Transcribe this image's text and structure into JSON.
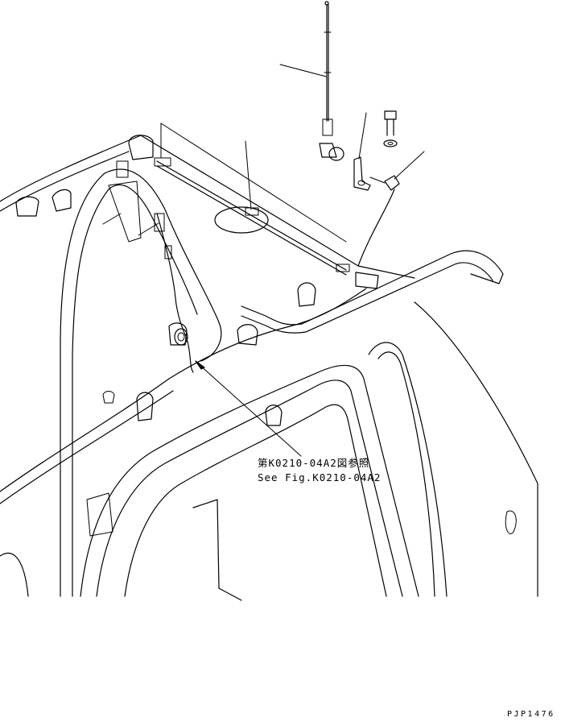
{
  "callout": {
    "reference_ja": "第K0210-04A2図参照",
    "reference_en": "See Fig.K0210-04A2"
  },
  "figure_code": "PJP1476"
}
